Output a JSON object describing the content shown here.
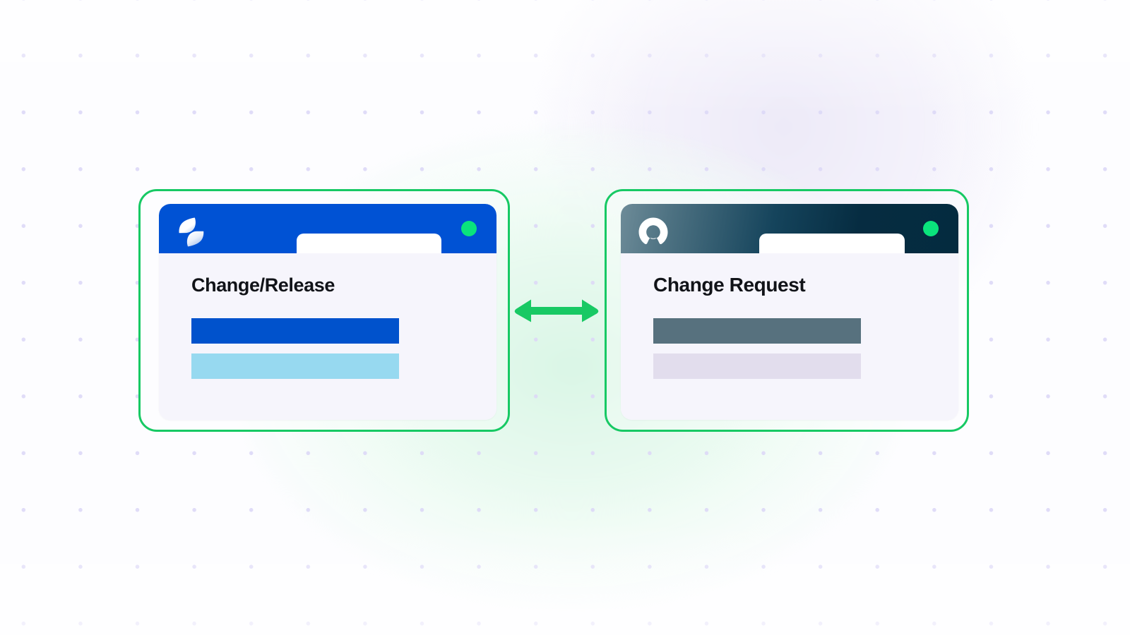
{
  "background": {
    "dot_color": "#ddd9f7",
    "glow_green": "#daf6e6",
    "glow_violet": "#edeaf8",
    "page_color": "#fdfdff"
  },
  "accent": {
    "frame_green": "#17c964",
    "status_green": "#0ae47c",
    "arrow_green": "#17c964"
  },
  "connector": {
    "name": "bidirectional-sync-arrow",
    "direction": "both"
  },
  "cards": [
    {
      "id": "jira",
      "logo": "jira-logo",
      "header_color": "#0052d4",
      "status_dot_color": "#0ae47c",
      "title": "Change/Release",
      "bars": [
        {
          "name": "primary-bar",
          "color": "#0052cc"
        },
        {
          "name": "secondary-bar",
          "color": "#97d9f0"
        }
      ]
    },
    {
      "id": "freshservice",
      "logo": "freshservice-logo",
      "header_color": "#042b3f",
      "status_dot_color": "#0ae47c",
      "title": "Change Request",
      "bars": [
        {
          "name": "primary-bar",
          "color": "#57717e"
        },
        {
          "name": "secondary-bar",
          "color": "#e2dded"
        }
      ]
    }
  ]
}
